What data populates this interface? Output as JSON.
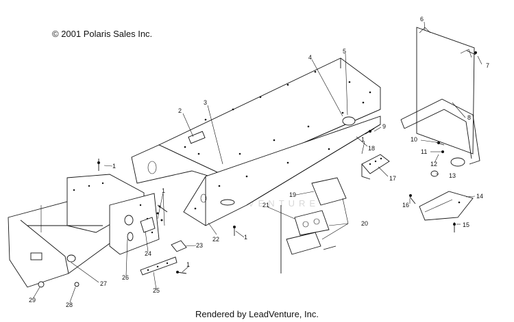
{
  "header": {
    "copyright": "© 2001 Polaris Sales Inc."
  },
  "footer": {
    "rendered_by": "Rendered by LeadVenture, Inc."
  },
  "watermark": {
    "text": "LEADVENTURE"
  },
  "labels": {
    "1": "1",
    "2": "2",
    "3": "3",
    "4": "4",
    "5": "5",
    "6": "6",
    "7": "7",
    "8": "8",
    "9": "9",
    "10": "10",
    "11": "11",
    "12": "12",
    "13": "13",
    "14": "14",
    "15": "15",
    "16": "16",
    "17": "17",
    "18": "18",
    "19": "19",
    "20": "20",
    "21": "21",
    "22": "22",
    "23": "23",
    "24": "24",
    "25": "25",
    "26": "26",
    "27": "27",
    "28": "28",
    "29": "29"
  }
}
